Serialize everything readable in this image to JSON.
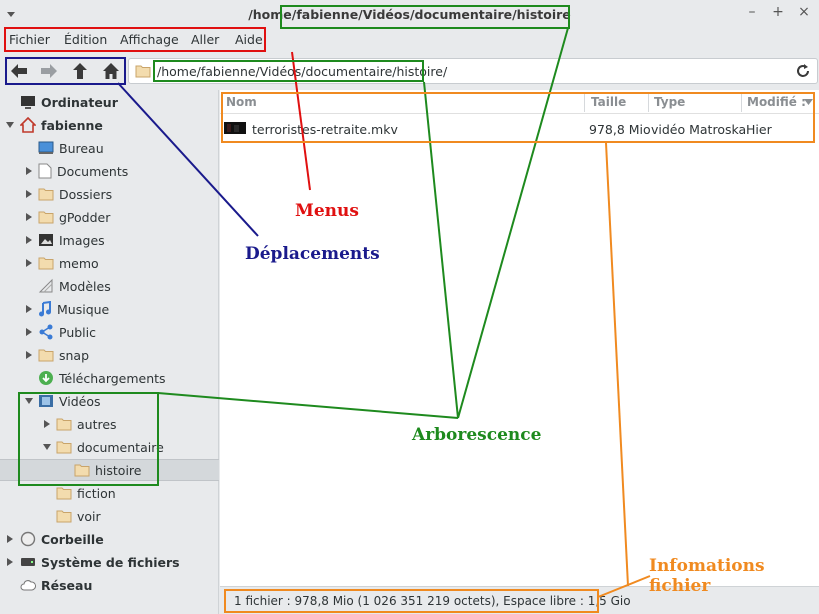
{
  "window": {
    "title": "/home/fabienne/Vidéos/documentaire/histoire",
    "controls": [
      "–",
      "+",
      "×"
    ]
  },
  "menubar": {
    "items": [
      "Fichier",
      "Édition",
      "Affichage",
      "Aller",
      "Aide"
    ]
  },
  "toolbar": {
    "address": "/home/fabienne/Vidéos/documentaire/histoire/"
  },
  "sidebar": {
    "ordinateur": "Ordinateur",
    "home": "fabienne",
    "items": [
      "Bureau",
      "Documents",
      "Dossiers",
      "gPodder",
      "Images",
      "memo",
      "Modèles",
      "Musique",
      "Public",
      "snap",
      "Téléchargements",
      "Vidéos"
    ],
    "videos_children": [
      "autres",
      "documentaire"
    ],
    "documentaire_children": [
      "histoire"
    ],
    "other_children": [
      "fiction",
      "voir"
    ],
    "corbeille": "Corbeille",
    "systeme": "Système de fichiers",
    "reseau": "Réseau"
  },
  "filelist": {
    "columns": [
      "Nom",
      "Taille",
      "Type",
      "Modifié :"
    ],
    "rows": [
      {
        "name": "terroristes-retraite.mkv",
        "size": "978,8 Mio",
        "type": "vidéo Matroska",
        "modified": "Hier"
      }
    ]
  },
  "statusbar": {
    "text": "1 fichier : 978,8 Mio (1 026 351 219 octets), Espace libre : 1,5 Gio"
  },
  "annotations": {
    "menus": "Menus",
    "deplacements": "Déplacements",
    "arborescence": "Arborescence",
    "infos": "Infomations fichier"
  },
  "colors": {
    "menus": "#e01010",
    "deplacements": "#1a1a8c",
    "arborescence": "#1e8a1e",
    "infos": "#f08a20"
  }
}
